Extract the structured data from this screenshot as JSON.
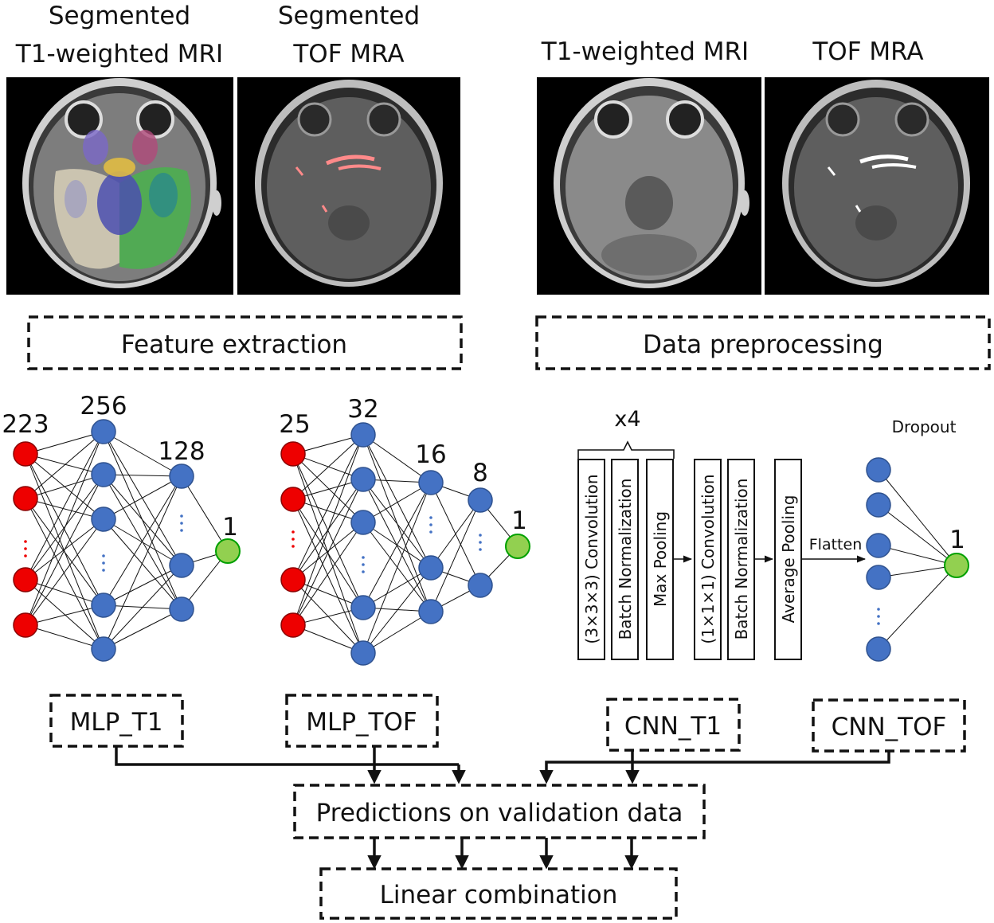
{
  "images": {
    "seg_t1": {
      "label_line1": "Segmented",
      "label_line2": "T1-weighted MRI"
    },
    "seg_tof": {
      "label_line1": "Segmented",
      "label_line2": "TOF MRA"
    },
    "t1": {
      "label": "T1-weighted MRI"
    },
    "tof": {
      "label": "TOF MRA"
    }
  },
  "boxes": {
    "feature_extraction": "Feature extraction",
    "data_preprocessing": "Data preprocessing",
    "predictions": "Predictions on validation data",
    "linear_combination": "Linear combination"
  },
  "models": {
    "mlp_t1": "MLP_T1",
    "mlp_tof": "MLP_TOF",
    "cnn_t1": "CNN_T1",
    "cnn_tof": "CNN_TOF"
  },
  "mlp_t1": {
    "layer_sizes": [
      "223",
      "256",
      "128",
      "1"
    ]
  },
  "mlp_tof": {
    "layer_sizes": [
      "25",
      "32",
      "16",
      "8",
      "1"
    ]
  },
  "cnn": {
    "repeat": "x4",
    "layers": [
      "(3×3×3) Convolution",
      "Batch Normalization",
      "Max Pooling",
      "(1×1×1) Convolution",
      "Batch Normalization",
      "Average Pooling"
    ],
    "flatten": "Flatten",
    "dropout": "Dropout",
    "output_size": "1"
  },
  "colors": {
    "input_node": "#ee0000",
    "hidden_node": "#4472c4",
    "output_node": "#92d050",
    "dashed_border": "#111111",
    "segment_overlay": "#ff8a8a"
  }
}
